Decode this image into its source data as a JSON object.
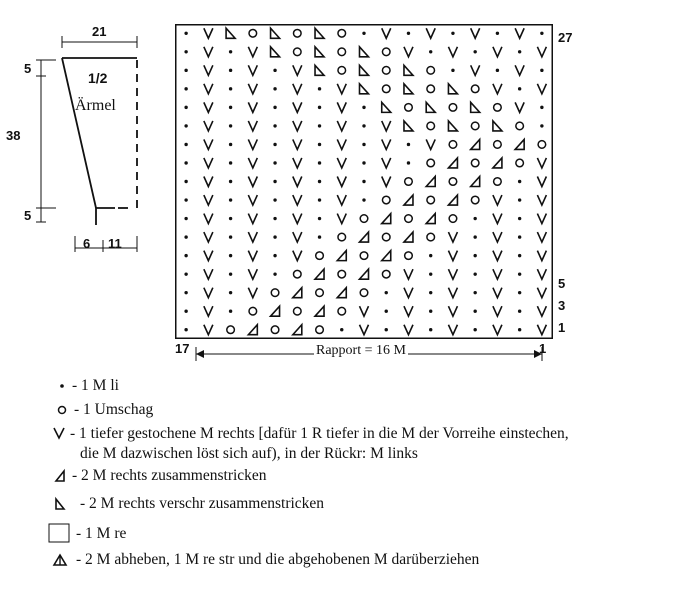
{
  "sleeve": {
    "top_width": "21",
    "fraction": "1/2",
    "name": "Ärmel",
    "height_top": "5",
    "height_main": "38",
    "height_bottom": "5",
    "bottom_left": "6",
    "bottom_right": "11"
  },
  "chart": {
    "rows_top_to_bottom": [
      "·V◺○◺○◺○·V·V·V·V·",
      "·V·V◺○◺○◺○V·V·V·V",
      "·V·V·V◺○◺○◺○·V·V·",
      "·V·V·V·V◺○◺○◺○V·V",
      "·V·V·V·V·◺○◺○◺○V·",
      "·V·V·V·V·V◺○◺○◺○·",
      "·V·V·V·V·V·V○◿○◿○",
      "·V·V·V·V·V·○◿○◿○V",
      "·V·V·V·V·V○◿○◿○·V",
      "·V·V·V·V·○◿○◿○V·V",
      "·V·V·V·V○◿○◿○·V·V",
      "·V·V·V·○◿○◿○V·V·V",
      "·V·V·V○◿○◿○·V·V·V",
      "·V·V·○◿○◿○V·V·V·V",
      "·V·V○◿○◿○·V·V·V·V",
      "·V·○◿○◿○V·V·V·V·V",
      "·V○◿○◿○·V·V·V·V·V"
    ],
    "row_label_top": "27",
    "row_labels_bottom": [
      "5",
      "3",
      "1"
    ],
    "col_label_left": "17",
    "col_label_right": "1",
    "rapport": "Rapport = 16 M"
  },
  "legend": [
    {
      "symbol": "dot-icon",
      "text": "- 1 M li"
    },
    {
      "symbol": "circle-icon",
      "text": "- 1 Umschag"
    },
    {
      "symbol": "v-icon",
      "text": "- 1 tiefer gestochene M rechts [dafür 1 R tiefer in die M der Vorreihe einstechen,",
      "text2": "die M dazwischen löst sich auf), in der Rückr: M links"
    },
    {
      "symbol": "k2tog-icon",
      "text": "- 2 M rechts zusammenstricken"
    },
    {
      "symbol": "ssk-icon",
      "text": "- 2 M rechts verschr zusammenstricken"
    },
    {
      "symbol": "square-icon",
      "text": "- 1 M re"
    },
    {
      "symbol": "sk2p-icon",
      "text": "- 2 M abheben, 1 M re str und die abgehobenen M darüberziehen"
    }
  ]
}
